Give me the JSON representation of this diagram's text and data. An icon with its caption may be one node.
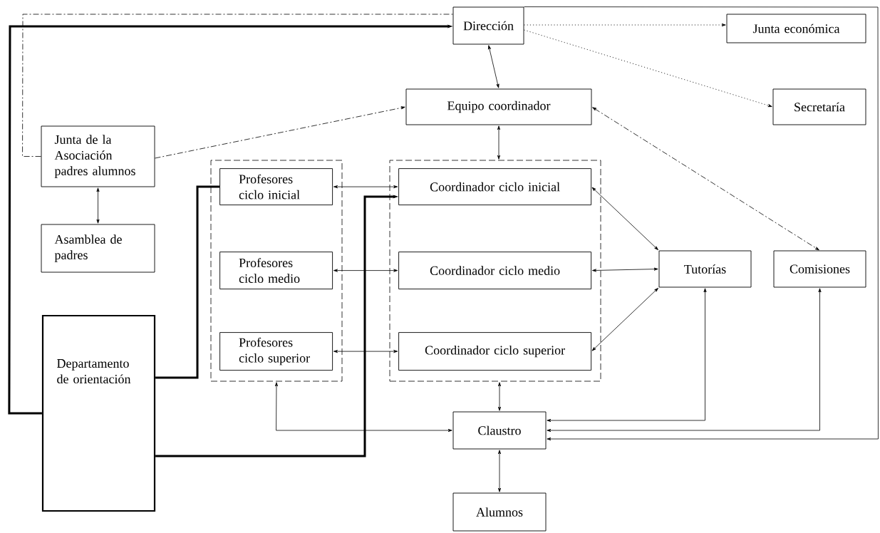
{
  "diagram": {
    "nodes": [
      {
        "text": [
          "Dirección"
        ]
      },
      {
        "text": [
          "Junta económica"
        ]
      },
      {
        "text": [
          "Equipo coordinador"
        ]
      },
      {
        "text": [
          "Secretaría"
        ]
      },
      {
        "text": [
          "Junta de la Asociación padres alumnos"
        ]
      },
      {
        "text": [],
        "shape": "box"
      },
      {
        "text": [
          "Profesores ciclo inicial"
        ],
        "in": 5
      },
      {
        "text": [],
        "shape": "box"
      },
      {
        "text": [
          "Coordinador ciclo inicial"
        ],
        "in": 7
      },
      {
        "text": [
          "Asamblea de padres"
        ]
      },
      {
        "text": [
          "Profesores ciclo medio"
        ],
        "in": 5
      },
      {
        "text": [
          "Coordinador ciclo medio"
        ],
        "in": 7
      },
      {
        "text": [
          "Tutorías"
        ]
      },
      {
        "text": [
          "Comisiones"
        ]
      },
      {
        "text": [
          "Profesores ciclo superior"
        ],
        "in": 5
      },
      {
        "text": [
          "Coordinador ciclo superior"
        ],
        "in": 7
      },
      {
        "text": [
          "Departamento de orientación"
        ]
      },
      {
        "text": [
          "Claustro"
        ]
      },
      {
        "text": [
          "Alumnos"
        ]
      }
    ],
    "edges": [
      {
        "from": 16,
        "to": 0,
        "arrow": "to",
        "style": "thick"
      },
      {
        "from": 4,
        "to": 0,
        "arrow": "none",
        "style": "dashed"
      },
      {
        "from": 0,
        "to": 1,
        "arrow": "to",
        "style": "dashed"
      },
      {
        "from": 0,
        "to": 3,
        "arrow": "to",
        "style": "dashed"
      },
      {
        "from": 0,
        "to": 2,
        "arrow": "both"
      },
      {
        "from": 4,
        "to": 2,
        "arrow": "to",
        "style": "dashed"
      },
      {
        "from": 2,
        "to": 13,
        "arrow": "both",
        "style": "dashed"
      },
      {
        "from": 2,
        "to": 7,
        "arrow": "both"
      },
      {
        "from": 4,
        "to": 9,
        "arrow": "both"
      },
      {
        "from": 16,
        "to": 6,
        "arrow": "none",
        "style": "thick"
      },
      {
        "from": 16,
        "to": 8,
        "arrow": "to",
        "style": "thick"
      },
      {
        "from": 6,
        "to": 8,
        "arrow": "both"
      },
      {
        "from": 10,
        "to": 11,
        "arrow": "both"
      },
      {
        "from": 14,
        "to": 15,
        "arrow": "both"
      },
      {
        "from": 8,
        "to": 12,
        "arrow": "both"
      },
      {
        "from": 11,
        "to": 12,
        "arrow": "both"
      },
      {
        "from": 15,
        "to": 12,
        "arrow": "both"
      },
      {
        "from": 7,
        "to": 17,
        "arrow": "both"
      },
      {
        "from": 17,
        "to": 18,
        "arrow": "both"
      },
      {
        "from": 17,
        "to": 5,
        "arrow": "both"
      },
      {
        "from": 12,
        "to": 17,
        "arrow": "both"
      },
      {
        "from": 13,
        "to": 17,
        "arrow": "both"
      },
      {
        "from": 0,
        "to": 17,
        "arrow": "to"
      }
    ]
  }
}
